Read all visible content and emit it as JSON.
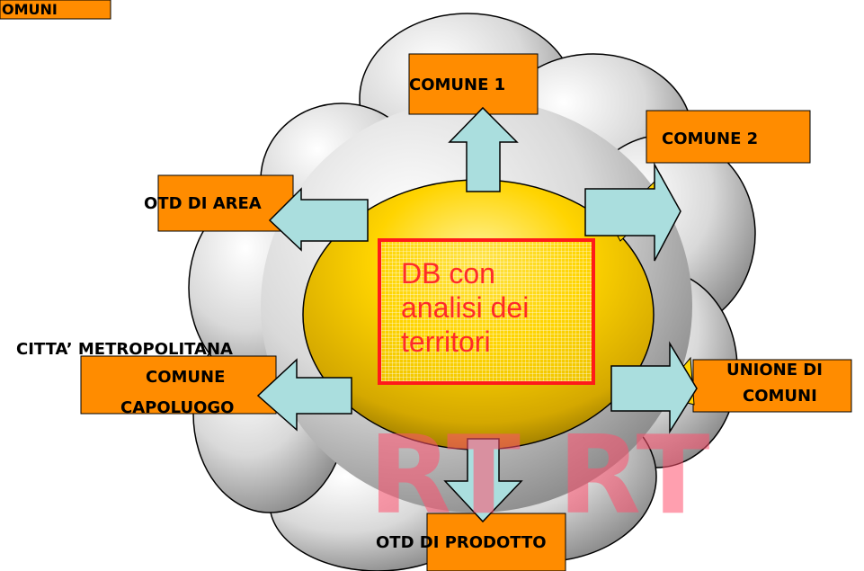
{
  "nodes": {
    "top_left_partial": "OMUNI",
    "comune_1": "COMUNE 1",
    "comune_2": "COMUNE 2",
    "otd_area": "OTD DI AREA",
    "citta_line1": "CITTA’ METROPOLITANA",
    "citta_line2": "COMUNE",
    "citta_line3": "CAPOLUOGO",
    "unione_line1": "UNIONE DI",
    "unione_line2": "COMUNI",
    "otd_prodotto": "OTD DI PRODOTTO"
  },
  "center": {
    "line1": "DB con",
    "line2": "analisi dei",
    "line3": "territori"
  },
  "watermark": "RT RT",
  "colors": {
    "box_fill": "#ff8c00",
    "arrow_fill": "#aadede",
    "db_border": "#ff1a1a",
    "db_text": "#ff2a2a",
    "ellipse_light": "#ffe066",
    "ellipse_dark": "#b08a00",
    "cloud_light": "#f2f2f2",
    "cloud_dark": "#8c8c8c",
    "watermark": "#ff5070"
  }
}
